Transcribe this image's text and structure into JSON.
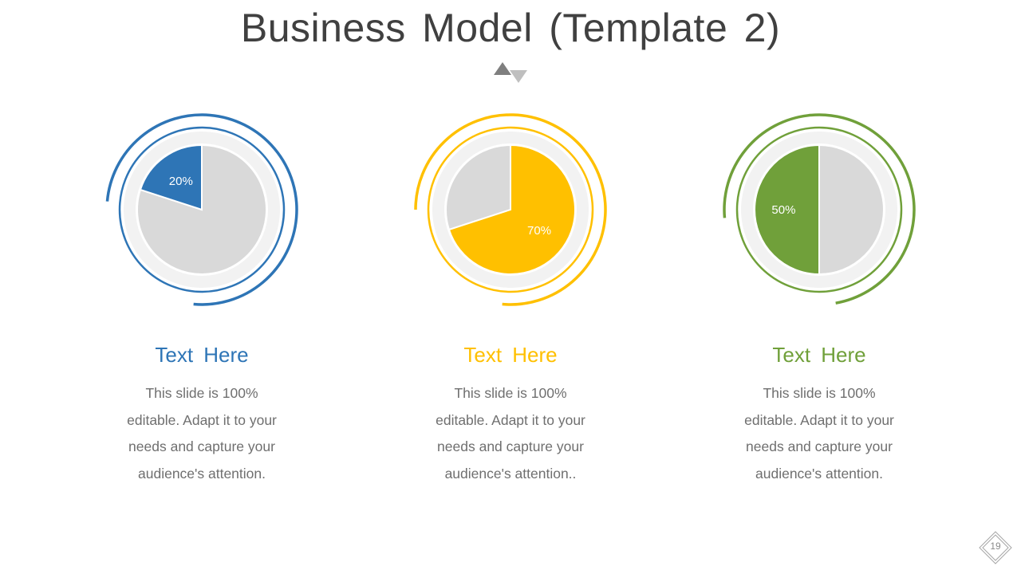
{
  "slide": {
    "title": "Business Model (Template 2)",
    "page_number": "19"
  },
  "ornament": {
    "up_color": "#7f7f7f",
    "down_color": "#bfbfbf",
    "icon_names": [
      "triangle-up-icon",
      "triangle-down-icon"
    ]
  },
  "chart_data": [
    {
      "type": "pie",
      "title": "",
      "values": [
        20,
        80
      ],
      "label": "20%",
      "color": "#2E75B6",
      "rest_color": "#D9D9D9"
    },
    {
      "type": "pie",
      "title": "",
      "values": [
        70,
        30
      ],
      "label": "70%",
      "color": "#FFC000",
      "rest_color": "#D9D9D9"
    },
    {
      "type": "pie",
      "title": "",
      "values": [
        50,
        50
      ],
      "label": "50%",
      "color": "#70A03A",
      "rest_color": "#D9D9D9"
    }
  ],
  "columns": [
    {
      "heading": "Text  Here",
      "color": "#2E75B6",
      "lines": [
        "This slide is 100%",
        "editable. Adapt it to your",
        "needs and capture your",
        "audience's attention."
      ]
    },
    {
      "heading": "Text  Here",
      "color": "#FFC000",
      "lines": [
        "This slide is 100%",
        "editable. Adapt it to your",
        "needs and capture your",
        "audience's attention.."
      ]
    },
    {
      "heading": "Text  Here",
      "color": "#70A03A",
      "lines": [
        "This slide is 100%",
        "editable. Adapt it to your",
        "needs and capture your",
        "audience's attention."
      ]
    }
  ]
}
